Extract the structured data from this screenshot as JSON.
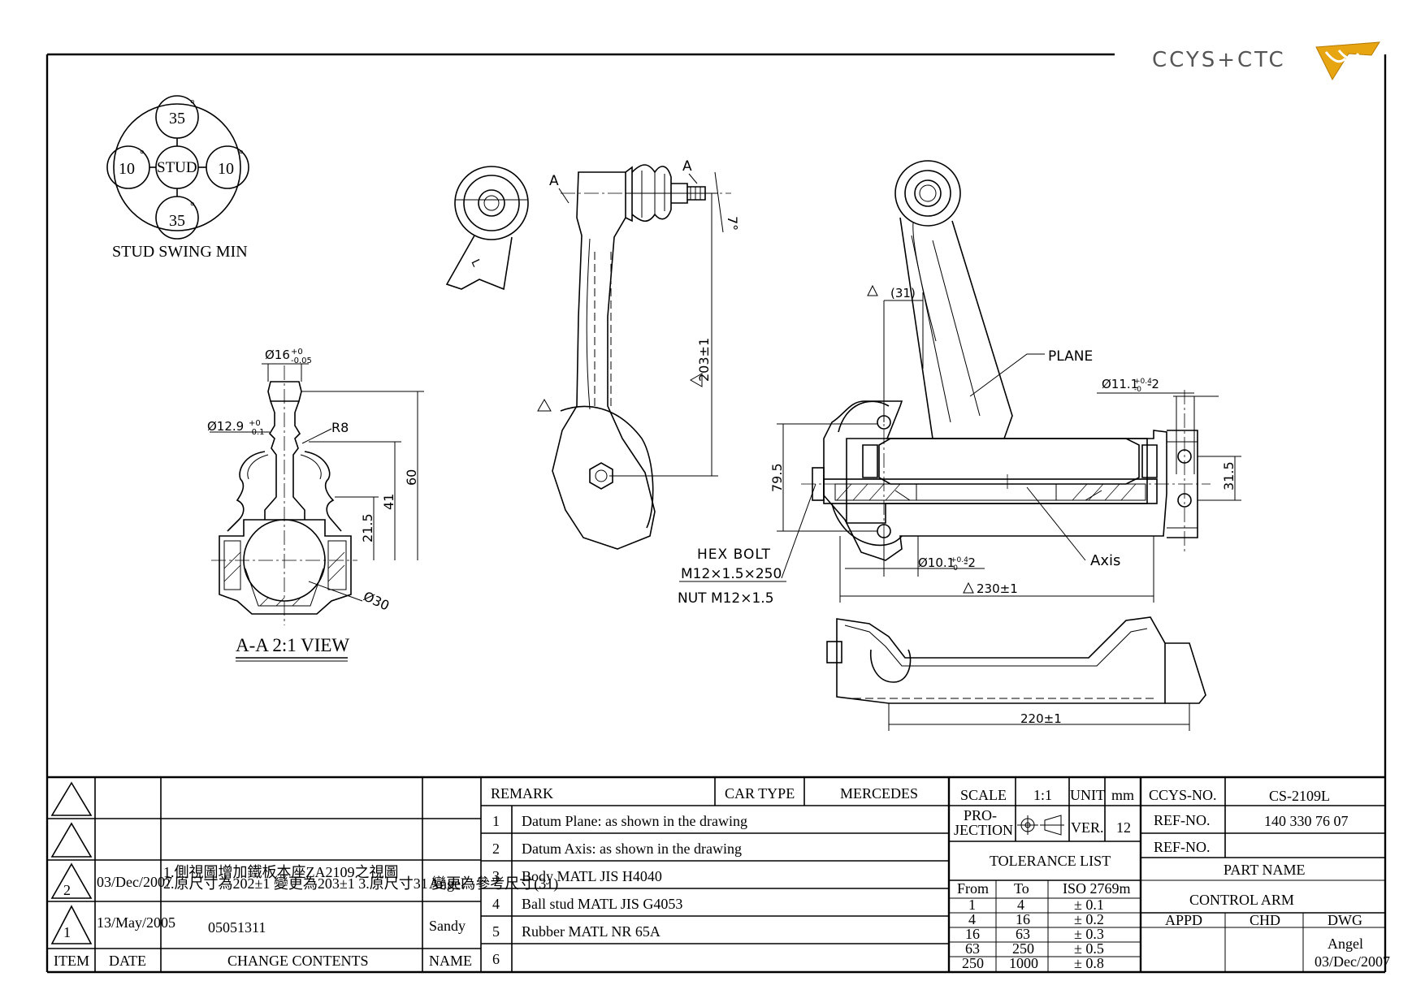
{
  "logo": {
    "text": "CCYS+CTC"
  },
  "stud_swing": {
    "top": "35",
    "bottom": "35",
    "left": "10",
    "right": "10",
    "degree": "°",
    "center": "STUD",
    "caption": "STUD SWING MIN"
  },
  "section_view": {
    "dia16": "Ø16",
    "dia16_tol_top": "+0",
    "dia16_tol_bot": "-0.05",
    "dia129": "Ø12.9",
    "dia129_tol_top": "+0",
    "dia129_tol_bot": "-0.1",
    "r8": "R8",
    "dim60": "60",
    "dim41": "41",
    "dim215": "21.5",
    "dia30": "Ø30",
    "caption": "A-A 2:1 VIEW"
  },
  "side_view": {
    "section_mark_left": "A",
    "section_mark_right": "A",
    "angle": "7°",
    "dim203": "203±1",
    "l_mark": "L"
  },
  "plan_view": {
    "dim31": "(31)",
    "plane": "PLANE",
    "dia111": "Ø11.1",
    "dia111_tol_top": "+0.4",
    "dia111_tol_bot": "-0",
    "dia111_suffix": "-2",
    "dim795": "79.5",
    "dim315": "31.5",
    "hex_bolt_1": "HEX BOLT",
    "hex_bolt_2": "M12×1.5×250",
    "nut": "NUT M12×1.5",
    "dia101": "Ø10.1",
    "dia101_tol_top": "+0.4",
    "dia101_tol_bot": "-0",
    "dia101_suffix": "-2",
    "axis": "Axis",
    "dim230": "230±1"
  },
  "front_view": {
    "dim220": "220±1"
  },
  "title_block": {
    "revisions": [
      {
        "item": "2",
        "date": "03/Dec/2007",
        "contents_1": "1.側視圖增加鐵板本座ZA2109之視圖",
        "contents_2": "2.原尺寸為202±1 變更為203±1 3.原尺寸31 變更為參考尺寸(31)",
        "name": "Angel"
      },
      {
        "item": "1",
        "date": "13/May/2005",
        "contents": "05051311",
        "name": "Sandy"
      }
    ],
    "headers": {
      "item": "ITEM",
      "date": "DATE",
      "contents": "CHANGE CONTENTS",
      "name": "NAME"
    },
    "remark": "REMARK",
    "car_type_label": "CAR TYPE",
    "car_type": "MERCEDES",
    "remarks": [
      {
        "no": "1",
        "text": "Datum Plane: as shown in the drawing"
      },
      {
        "no": "2",
        "text": "Datum Axis: as shown in the drawing"
      },
      {
        "no": "3",
        "text": "Body MATL JIS H4040"
      },
      {
        "no": "4",
        "text": "Ball stud MATL JIS G4053"
      },
      {
        "no": "5",
        "text": "Rubber MATL NR 65A"
      },
      {
        "no": "6",
        "text": ""
      }
    ],
    "scale_label": "SCALE",
    "scale": "1:1",
    "unit_label": "UNIT",
    "unit": "mm",
    "projection_1": "PRO-",
    "projection_2": "JECTION",
    "ver_label": "VER.",
    "ver": "12",
    "tolerance_title": "TOLERANCE LIST",
    "tolerance_headers": {
      "from": "From",
      "to": "To",
      "iso": "ISO 2769m"
    },
    "tolerances": [
      {
        "from": "1",
        "to": "4",
        "tol": "± 0.1"
      },
      {
        "from": "4",
        "to": "16",
        "tol": "± 0.2"
      },
      {
        "from": "16",
        "to": "63",
        "tol": "± 0.3"
      },
      {
        "from": "63",
        "to": "250",
        "tol": "± 0.5"
      },
      {
        "from": "250",
        "to": "1000",
        "tol": "± 0.8"
      }
    ],
    "ccys_no_label": "CCYS-NO.",
    "ccys_no": "CS-2109L",
    "ref_no_label": "REF-NO.",
    "ref_no": "140 330 76 07",
    "ref_no2_label": "REF-NO.",
    "ref_no2": "",
    "part_name_label": "PART NAME",
    "part_name": "CONTROL ARM",
    "appd": "APPD",
    "chd": "CHD",
    "dwg": "DWG",
    "dwg_name": "Angel",
    "dwg_date": "03/Dec/2007"
  }
}
